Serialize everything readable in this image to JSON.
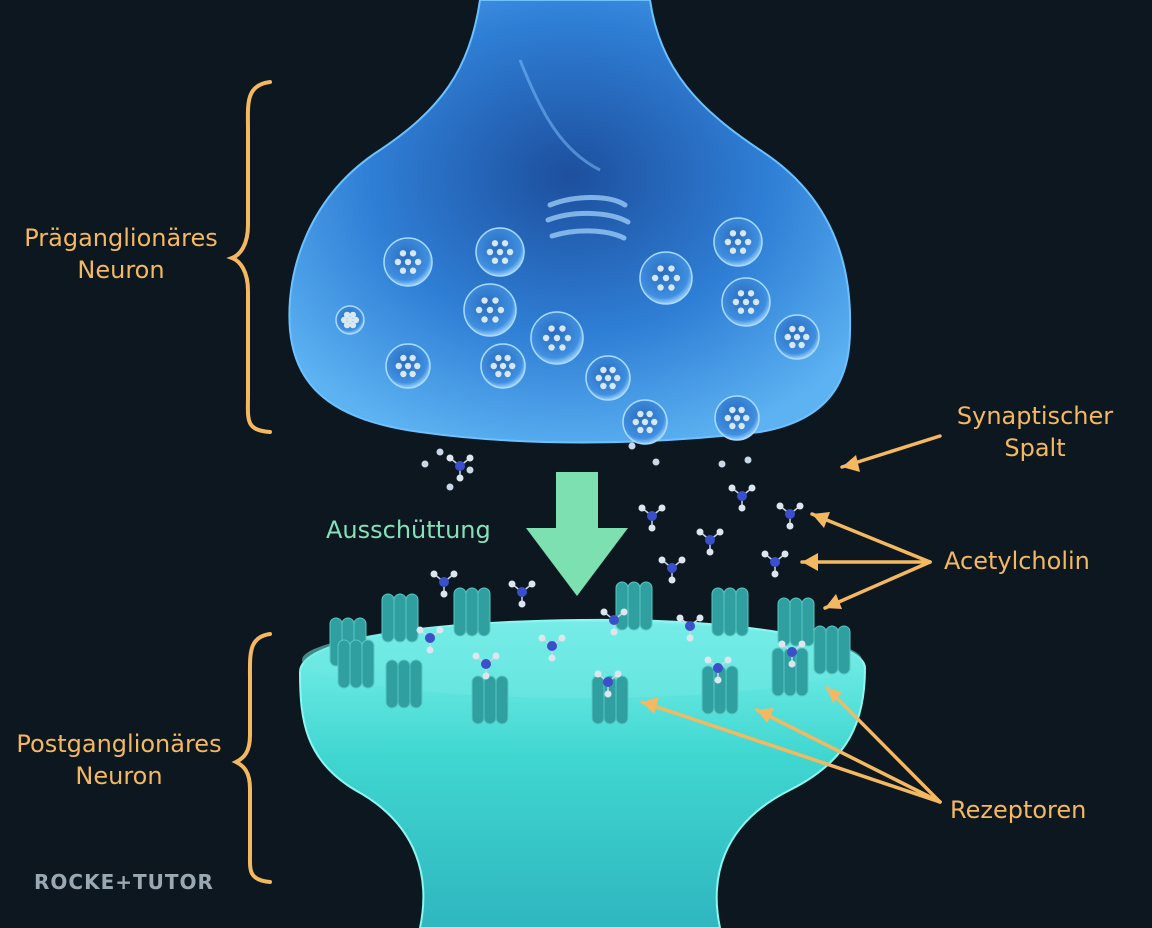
{
  "labels": {
    "pre_neuron": [
      "Präganglionäres",
      "Neuron"
    ],
    "post_neuron": [
      "Postganglionäres",
      "Neuron"
    ],
    "synaptic_cleft": [
      "Synaptischer",
      "Spalt"
    ],
    "release": "Ausschüttung",
    "acetylcholine": "Acetylcholin",
    "receptors": "Rezeptoren"
  },
  "logo": "ROCKE+TUTOR",
  "colors": {
    "background": "#0c1720",
    "label": "#f4b860",
    "release_arrow": "#7de0b0",
    "pre_neuron": "#2f7fd6",
    "post_neuron": "#3fd6d0",
    "receptor": "#3aa9a6"
  }
}
